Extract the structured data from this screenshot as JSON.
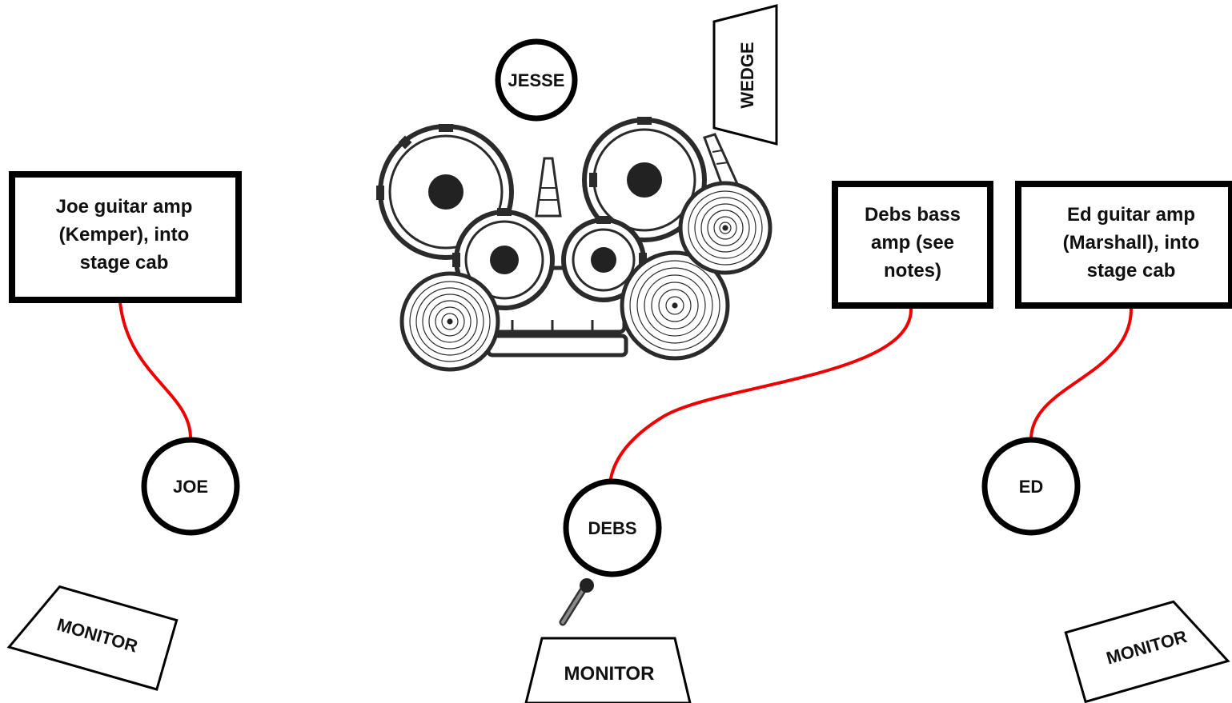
{
  "people": {
    "jesse": "JESSE",
    "joe": "JOE",
    "debs": "DEBS",
    "ed": "ED"
  },
  "wedge": "WEDGE",
  "amps": {
    "joe": [
      "Joe guitar amp",
      "(Kemper), into",
      "stage cab"
    ],
    "debs": [
      "Debs bass",
      "amp (see",
      "notes)"
    ],
    "ed": [
      "Ed guitar amp",
      "(Marshall), into",
      "stage cab"
    ]
  },
  "monitors": {
    "left": "MONITOR",
    "center": "MONITOR",
    "right": "MONITOR"
  },
  "colors": {
    "cable": "#ee0000",
    "outline": "#000000"
  },
  "icons": [
    "drum-kit-icon",
    "microphone-icon"
  ]
}
